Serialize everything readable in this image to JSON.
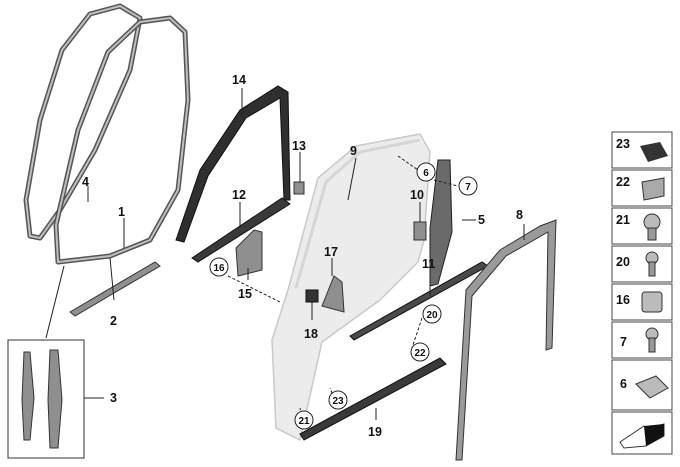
{
  "labels": {
    "n1": "1",
    "n2": "2",
    "n3": "3",
    "n4": "4",
    "n5": "5",
    "n6": "6",
    "n7": "7",
    "n8": "8",
    "n9": "9",
    "n10": "10",
    "n11": "11",
    "n12": "12",
    "n13": "13",
    "n14": "14",
    "n15": "15",
    "n16": "16",
    "n17": "17",
    "n18": "18",
    "n19": "19",
    "n20": "20",
    "n21": "21",
    "n22": "22",
    "n23": "23"
  },
  "legend": [
    "23",
    "22",
    "21",
    "20",
    "16",
    "7",
    "6"
  ],
  "colors": {
    "seal": "#555555",
    "part": "#8f8f8f",
    "door": "#ececec",
    "line": "#222222"
  }
}
